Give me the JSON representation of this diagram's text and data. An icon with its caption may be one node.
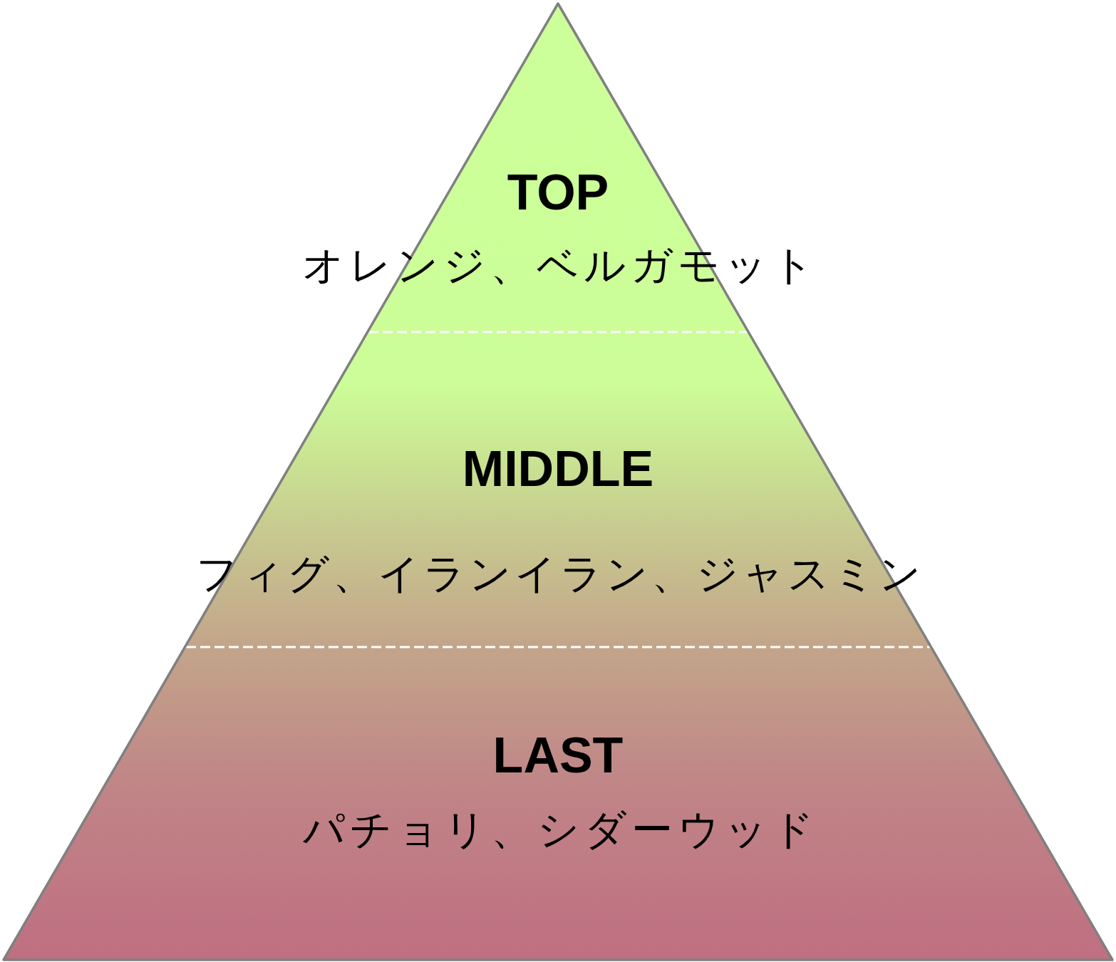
{
  "diagram": {
    "nodes": [
      {
        "text": [
          "TOP",
          "オレンジ、ベルガモット"
        ]
      },
      {
        "text": [
          "MIDDLE",
          "フィグ、イランイラン、ジャスミン"
        ]
      },
      {
        "text": [
          "LAST",
          "パチョリ、シダーウッド"
        ]
      }
    ]
  }
}
